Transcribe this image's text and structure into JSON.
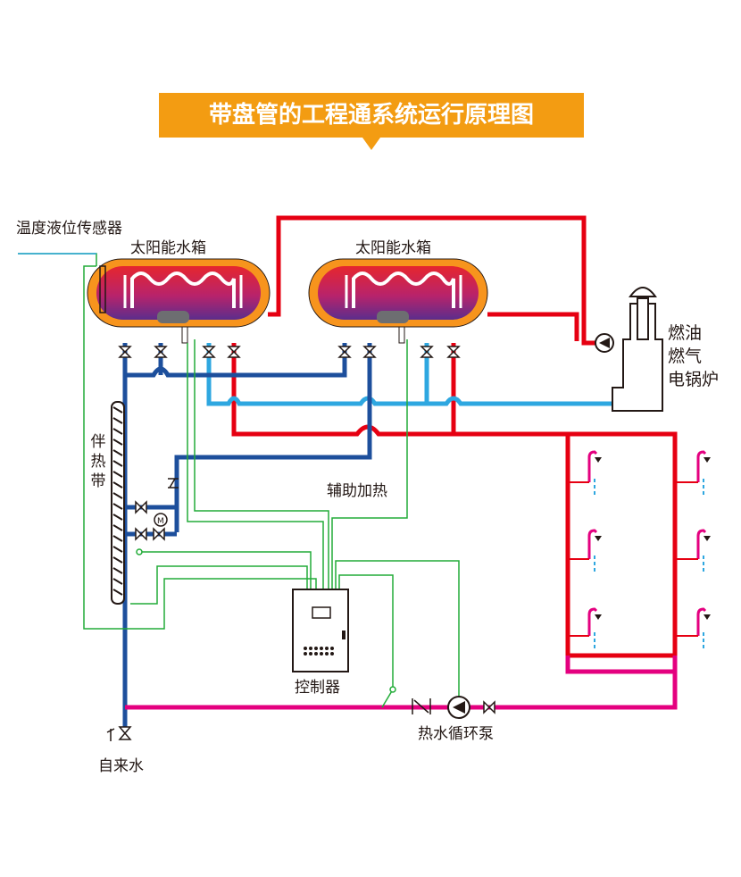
{
  "title": "带盘管的工程通系统运行原理图",
  "labels": {
    "sensor": "温度液位传感器",
    "tank_left": "太阳能水箱",
    "tank_right": "太阳能水箱",
    "heat_trace": "伴热带",
    "aux_heat": "辅助加热",
    "controller": "控制器",
    "tap_water": "自来水",
    "pump": "热水循环泵",
    "boiler_line1": "燃油",
    "boiler_line2": "燃气",
    "boiler_line3": "电锅炉"
  },
  "colors": {
    "banner": "#f39c12",
    "hot_pipe": "#e60012",
    "cold_pipe": "#1d4f9c",
    "light_blue_pipe": "#2ea7e0",
    "return_pipe": "#e4007f",
    "signal_wire": "#22ac38",
    "tank_shell": "#f7941d"
  },
  "icons": [
    "valve-icon",
    "pump-icon",
    "check-valve-icon",
    "motor-valve-icon",
    "shower-icon",
    "chimney-icon"
  ]
}
